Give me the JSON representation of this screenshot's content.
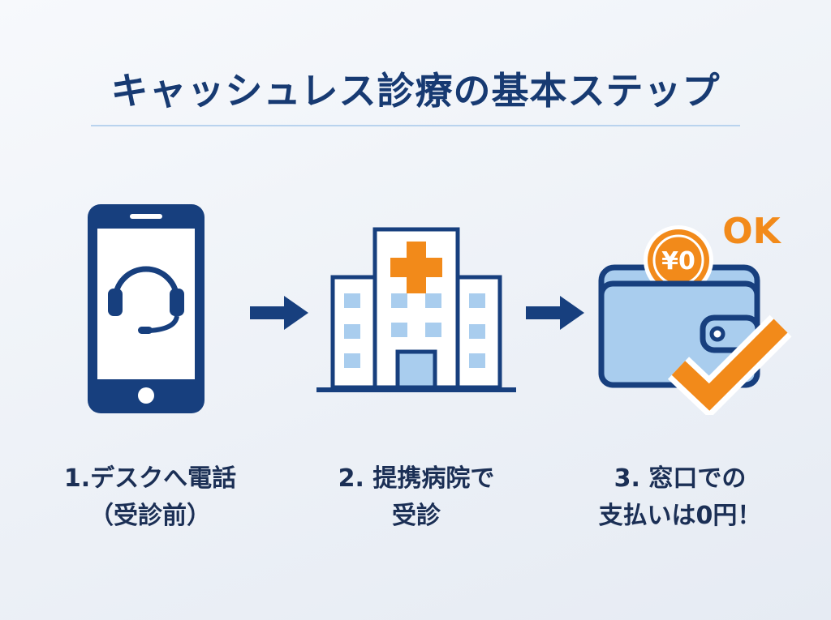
{
  "title": "キャッシュレス診療の基本ステップ",
  "colors": {
    "navy": "#173f7e",
    "light_blue": "#a9cdee",
    "orange": "#f28a1a",
    "text": "#1b2f55"
  },
  "steps": [
    {
      "icon": "smartphone-headset-icon",
      "label_line1": "1.デスクへ電話",
      "label_line2": "（受診前）"
    },
    {
      "icon": "hospital-building-icon",
      "label_line1": "2. 提携病院で",
      "label_line2": "受診"
    },
    {
      "icon": "wallet-coin-check-icon",
      "coin_label": "¥0",
      "ok_label": "OK",
      "label_line1": "3. 窓口での",
      "label_line2": "支払いは0円！"
    }
  ],
  "arrows": [
    "right-arrow-icon",
    "right-arrow-icon"
  ]
}
